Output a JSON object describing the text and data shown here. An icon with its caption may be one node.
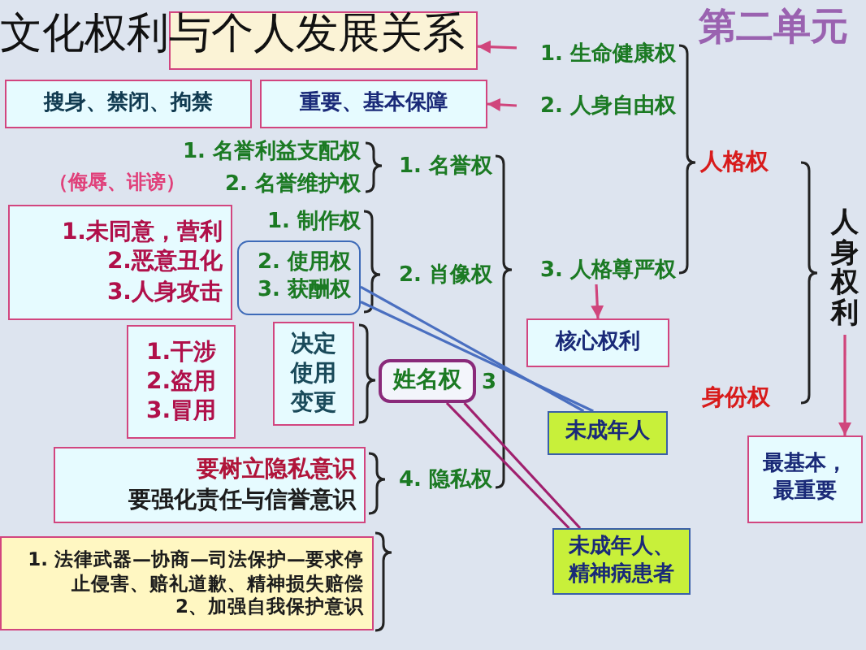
{
  "diagram": {
    "title": "文化权利与个人发展关系",
    "nodes": [
      {
        "text": [
          "人身权利"
        ]
      },
      {
        "text": [
          "最基本，最重要"
        ]
      },
      {
        "text": [
          "人格权"
        ]
      },
      {
        "text": [
          "身份权"
        ]
      },
      {
        "text": [
          "1. 生命健康权"
        ]
      },
      {
        "text": [],
        "shape": "box"
      },
      {
        "text": [
          "2. 人身自由权"
        ]
      },
      {
        "text": [
          "重要、基本保障"
        ]
      },
      {
        "text": [
          "搜身、禁闭、拘禁"
        ]
      },
      {
        "text": [
          "3. 人格尊严权"
        ]
      },
      {
        "text": [
          "核心权利"
        ]
      },
      {
        "text": [
          "1. 名誉权"
        ]
      },
      {
        "text": [
          "1. 名誉利益支配权"
        ]
      },
      {
        "text": [
          "2. 名誉维护权"
        ]
      },
      {
        "text": [
          "2. 肖像权"
        ]
      },
      {
        "text": [
          "1. 制作权"
        ]
      },
      {
        "text": [
          "2. 使用权",
          "3. 获酬权"
        ]
      },
      {
        "text": [
          "1.未同意，营利",
          "2.恶意丑化",
          "3.人身攻击"
        ]
      },
      {
        "text": [
          "姓名权"
        ],
        "beside": [
          "3"
        ]
      },
      {
        "text": [
          "决定",
          "使用",
          "变更"
        ]
      },
      {
        "text": [
          "1.干涉",
          "2.盗用",
          "3.冒用"
        ]
      },
      {
        "text": [
          "4. 隐私权"
        ]
      },
      {
        "text": [
          "要树立隐私意识",
          "要强化责任与信誉意识"
        ]
      },
      {
        "text": [
          "1. 法律武器—协商—司法保护—要求停止侵害、赔礼道歉、精神损失赔偿",
          "2、加强自我保护意识"
        ]
      },
      {
        "text": [
          "未成年人"
        ]
      },
      {
        "text": [
          "未成年人、精神病患者"
        ]
      }
    ],
    "edges": [
      {
        "from": 4,
        "to": 5,
        "arrow": "to"
      },
      {
        "from": 6,
        "to": 7,
        "arrow": "to"
      },
      {
        "from": 9,
        "to": 10,
        "arrow": "to"
      },
      {
        "from": 0,
        "to": 1,
        "arrow": "to"
      },
      {
        "from": 16,
        "to": 24,
        "arrow": "none",
        "color": "#4a6fc0"
      },
      {
        "from": 16,
        "to": 24,
        "arrow": "none",
        "color": "#4a6fc0"
      },
      {
        "from": 18,
        "to": 25,
        "arrow": "none",
        "color": "#a0206e"
      },
      {
        "from": 18,
        "to": 25,
        "arrow": "none",
        "color": "#a0206e"
      }
    ],
    "labels": [
      "第二单元",
      "（侮辱、诽谤）"
    ]
  }
}
